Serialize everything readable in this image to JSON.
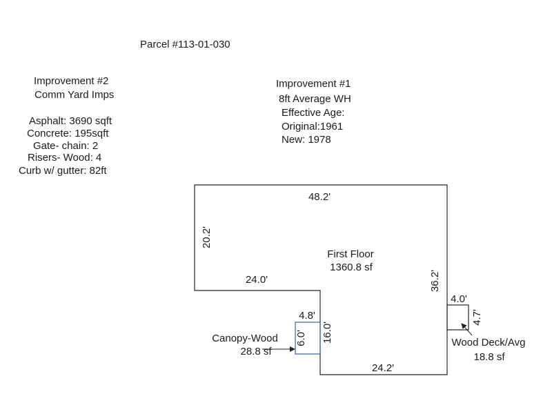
{
  "parcel": "Parcel #113-01-030",
  "improvement2": {
    "title": "Improvement #2",
    "subtitle": "Comm Yard Imps",
    "items": [
      "Asphalt: 3690 sqft",
      "Concrete: 195sqft",
      "Gate- chain: 2",
      "Risers- Wood: 4",
      "Curb w/ gutter: 82ft"
    ]
  },
  "improvement1": {
    "title": "Improvement #1",
    "line1": "8ft Average WH",
    "line2": "Effective Age:",
    "line3": "Original:1961",
    "line4": "New: 1978"
  },
  "first_floor": {
    "label": "First Floor",
    "area": "1360.8 sf"
  },
  "canopy": {
    "label": "Canopy-Wood",
    "area": "28.8 sf"
  },
  "deck": {
    "label": "Wood Deck/Avg",
    "area": "18.8 sf"
  },
  "dimensions": {
    "top": "48.2'",
    "left": "20.2'",
    "mid_horizontal": "24.0'",
    "right": "36.2'",
    "bottom": "24.2'",
    "notch_vertical": "16.0'",
    "canopy_width": "4.8'",
    "canopy_height": "6.0'",
    "deck_width": "4.0'",
    "deck_height": "4.7'"
  },
  "colors": {
    "line": "#222222",
    "canopy": "#3a5f9f"
  }
}
